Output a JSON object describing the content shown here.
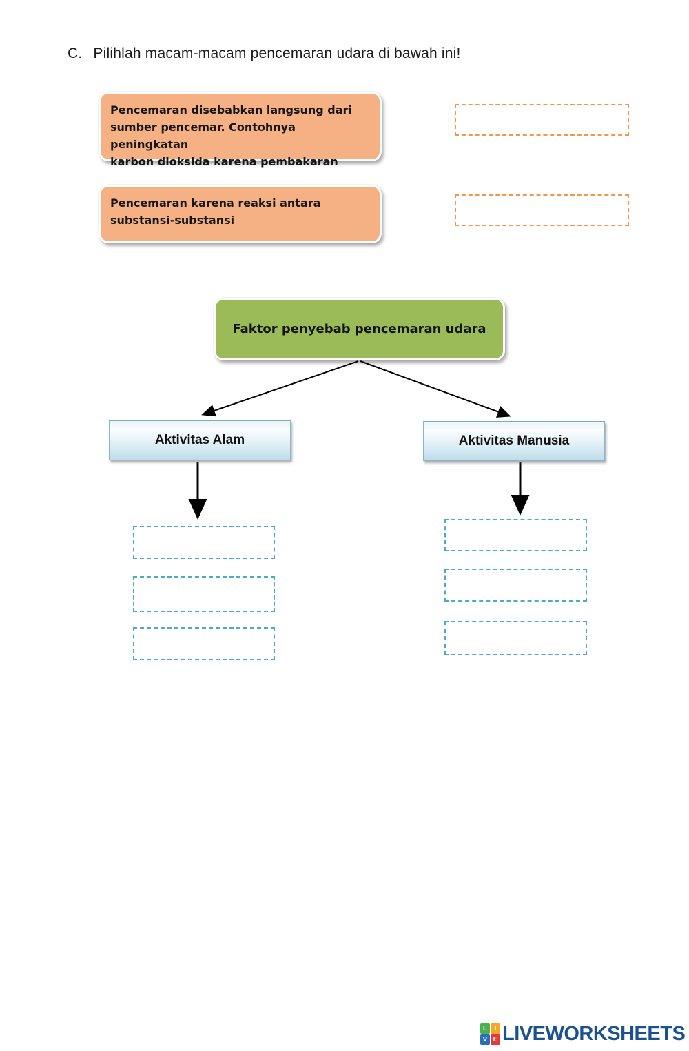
{
  "heading": {
    "label": "C.",
    "text": "Pilihlah macam-macam pencemaran udara di bawah ini!"
  },
  "definitions": [
    {
      "text": "Pencemaran disebabkan langsung dari\nsumber pencemar. Contohnya peningkatan\nkarbon dioksida karena pembakaran"
    },
    {
      "text": "Pencemaran karena reaksi antara\nsubstansi-substansi"
    }
  ],
  "diagram": {
    "root_label": "Faktor penyebab pencemaran udara",
    "branches": [
      {
        "label": "Aktivitas Alam",
        "answer_slot_count": 3
      },
      {
        "label": "Aktivitas Manusia",
        "answer_slot_count": 3
      }
    ]
  },
  "top_answer_slot_count": 2,
  "colors": {
    "orange_card_fill": "#F5B183",
    "orange_dash_border": "#F79646",
    "green_card_fill": "#9BBB59",
    "teal_dash_border": "#4BACC6",
    "branch_box_border": "#8AB6CC",
    "branch_box_fill_bottom": "#BEDCEA",
    "logo_text_blue": "#1A5191"
  },
  "footer": {
    "logo_text": "LIVEWORKSHEETS",
    "logo_tiles": [
      {
        "letter": "L",
        "color": "#4CAF50"
      },
      {
        "letter": "I",
        "color": "#F6A723"
      },
      {
        "letter": "V",
        "color": "#2A6FBB"
      },
      {
        "letter": "E",
        "color": "#E23B3B"
      }
    ]
  }
}
